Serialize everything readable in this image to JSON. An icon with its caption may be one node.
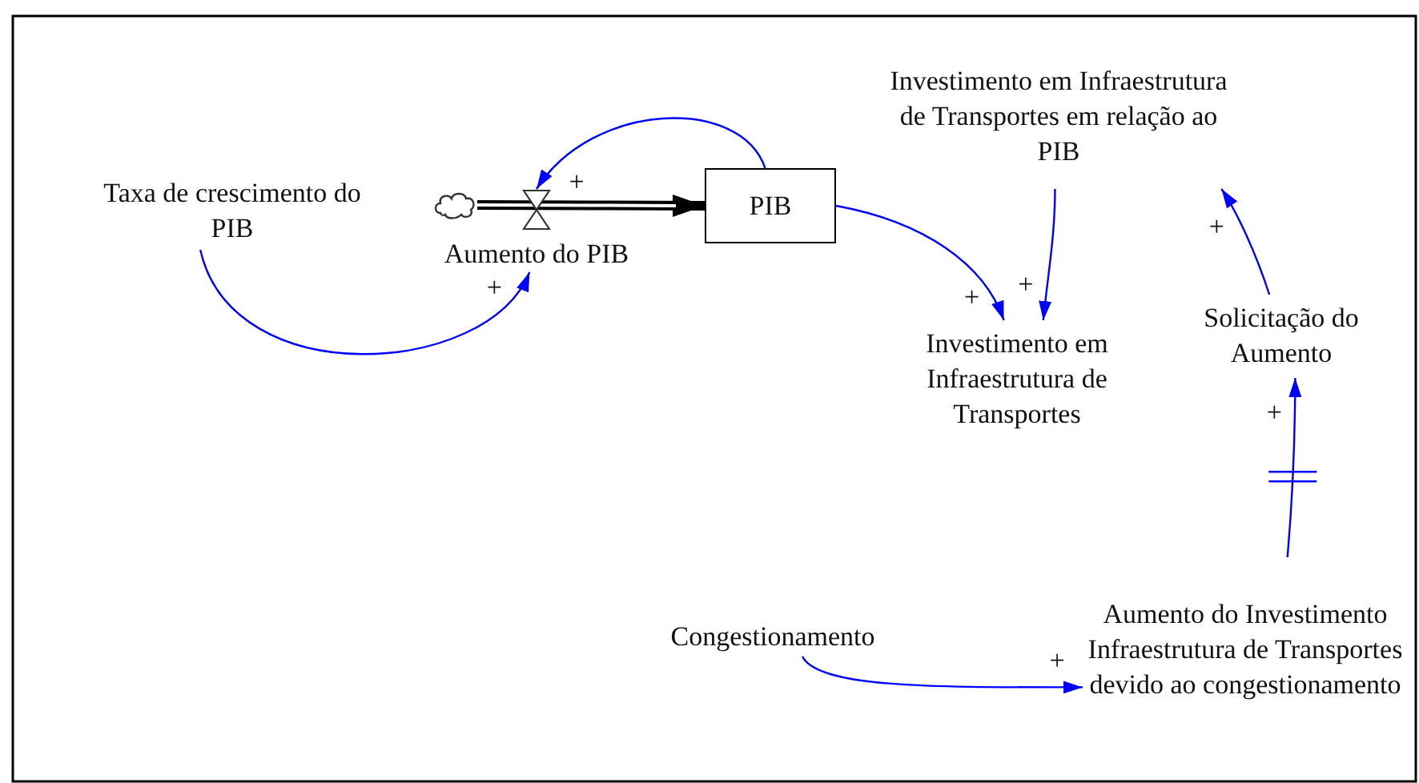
{
  "diagram": {
    "nodes": [
      {
        "text": [
          "Taxa de crescimento do PIB"
        ]
      },
      {
        "text": [],
        "shape": "cloud"
      },
      {
        "text": [
          "Aumento do PIB"
        ]
      },
      {
        "text": [
          "PIB"
        ]
      },
      {
        "text": [
          "Investimento em Infraestrutura de Transportes em relação ao PIB"
        ]
      },
      {
        "text": [
          "Investimento em Infraestrutura de Transportes"
        ]
      },
      {
        "text": [
          "Solicitação do Aumento"
        ]
      },
      {
        "text": [
          "Congestionamento"
        ]
      },
      {
        "text": [
          "Aumento do Investimento Infraestrutura de Transportes devido ao congestionamento"
        ]
      }
    ],
    "edges": [
      {
        "from": 1,
        "to": 3,
        "arrow": "to",
        "style": "thick",
        "color": "#000000"
      },
      {
        "from": 3,
        "to": 2,
        "arrow": "to",
        "label": "+"
      },
      {
        "from": 0,
        "to": 2,
        "arrow": "to",
        "label": "+"
      },
      {
        "from": 3,
        "to": 5,
        "arrow": "to",
        "label": "+"
      },
      {
        "from": 4,
        "to": 5,
        "arrow": "to",
        "label": "+"
      },
      {
        "from": 6,
        "to": 4,
        "arrow": "to",
        "label": "+"
      },
      {
        "from": 8,
        "to": 6,
        "arrow": "to",
        "label": "+"
      },
      {
        "from": 7,
        "to": 8,
        "arrow": "to",
        "label": "+"
      }
    ]
  }
}
